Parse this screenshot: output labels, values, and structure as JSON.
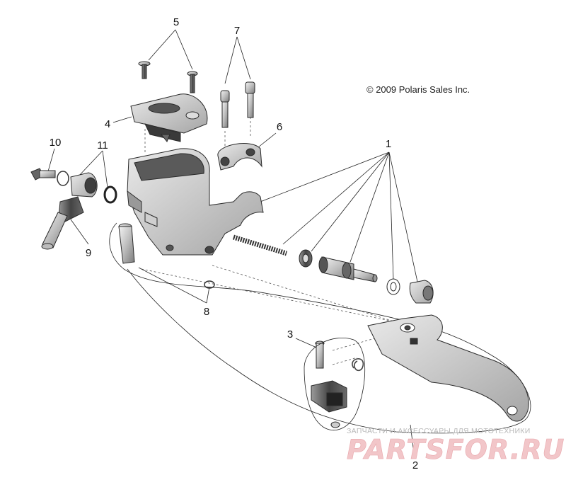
{
  "copyright": "© 2009 Polaris Sales Inc.",
  "watermark": {
    "tagline": "ЗАПЧАСТИ И АКСЕССУАРЫ ДЛЯ МОТОТЕХНИКИ",
    "logo": "PARTSFOR.RU"
  },
  "callouts": {
    "c1": "1",
    "c2": "2",
    "c3": "3",
    "c4": "4",
    "c5": "5",
    "c6": "6",
    "c7": "7",
    "c8": "8",
    "c9": "9",
    "c10": "10",
    "c11": "11"
  }
}
